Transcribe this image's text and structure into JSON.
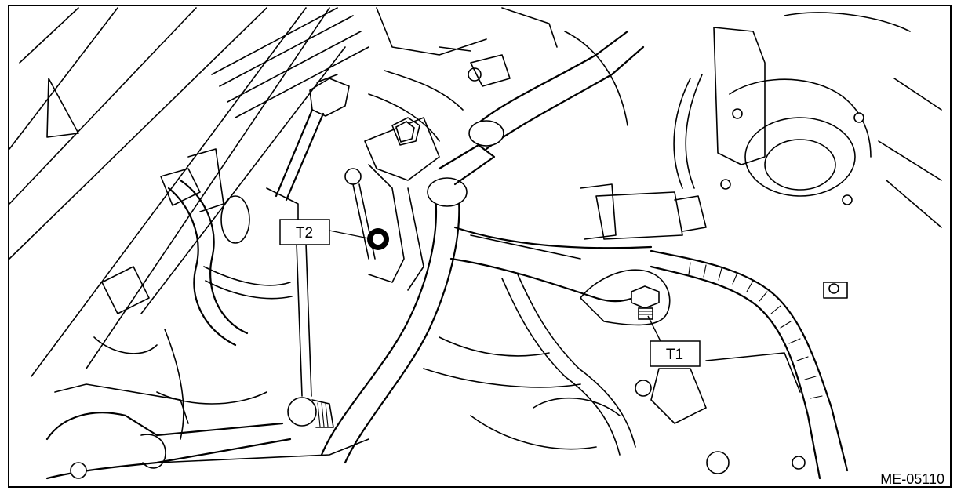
{
  "figure": {
    "code": "ME-05110"
  },
  "callouts": [
    {
      "id": "t1",
      "label": "T1"
    },
    {
      "id": "t2",
      "label": "T2"
    }
  ],
  "colors": {
    "line": "#000000",
    "background": "#ffffff"
  }
}
